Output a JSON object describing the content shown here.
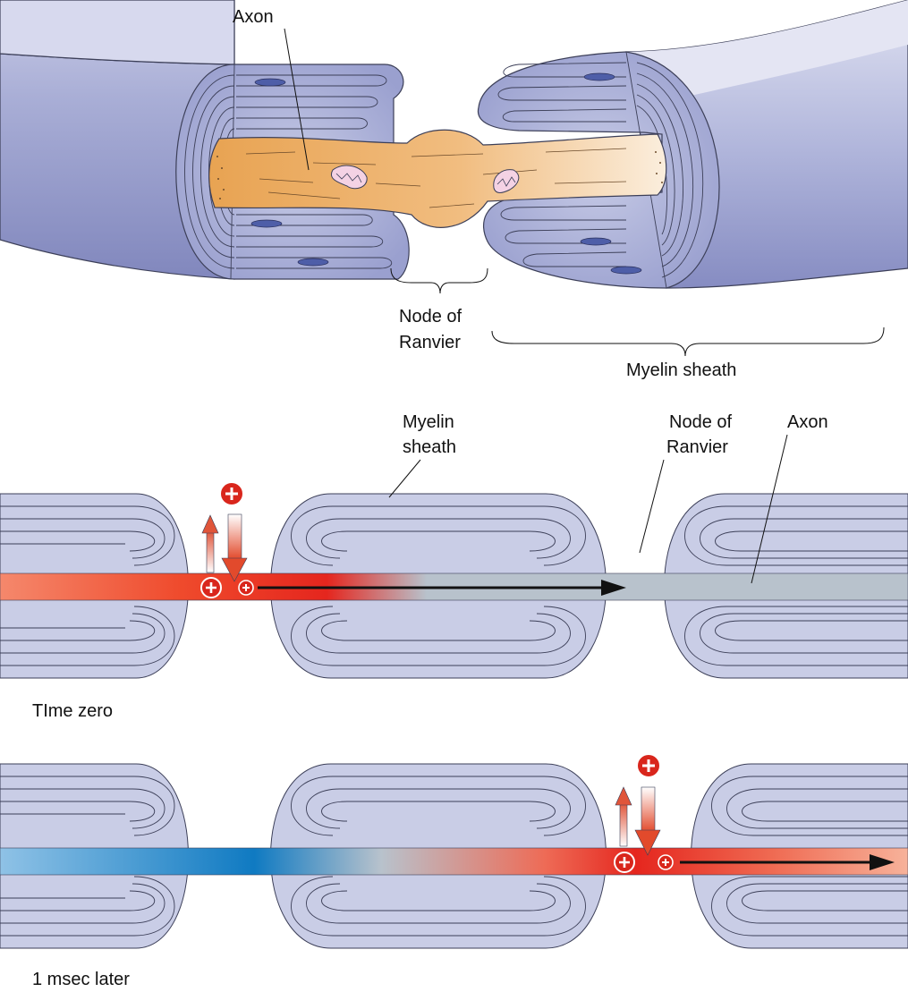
{
  "labels": {
    "axon_top": "Axon",
    "node_top_1": "Node of",
    "node_top_2": "Ranvier",
    "myelin_top": "Myelin sheath",
    "myelin_mid_1": "Myelin",
    "myelin_mid_2": "sheath",
    "node_mid_1": "Node of",
    "node_mid_2": "Ranvier",
    "axon_mid": "Axon",
    "time_zero": "TIme zero",
    "later": "1 msec later"
  },
  "colors": {
    "myelin_fill": "#c9cde6",
    "myelin_dark": "#8f96c6",
    "myelin_line": "#3c3f58",
    "axon_orange": "#eda95e",
    "axon_light": "#f8e3c6",
    "schwann_nucleus": "#4e5ea8",
    "axon_idle": "#b8c2cc",
    "depolarized_red": "#e5261e",
    "repolarized_blue": "#0f7ac2",
    "marker_red": "#d9261c"
  },
  "icons": [
    "positive-charge-icon",
    "ion-influx-arrow-icon",
    "ion-efflux-arrow-icon",
    "propagation-arrow-icon"
  ]
}
